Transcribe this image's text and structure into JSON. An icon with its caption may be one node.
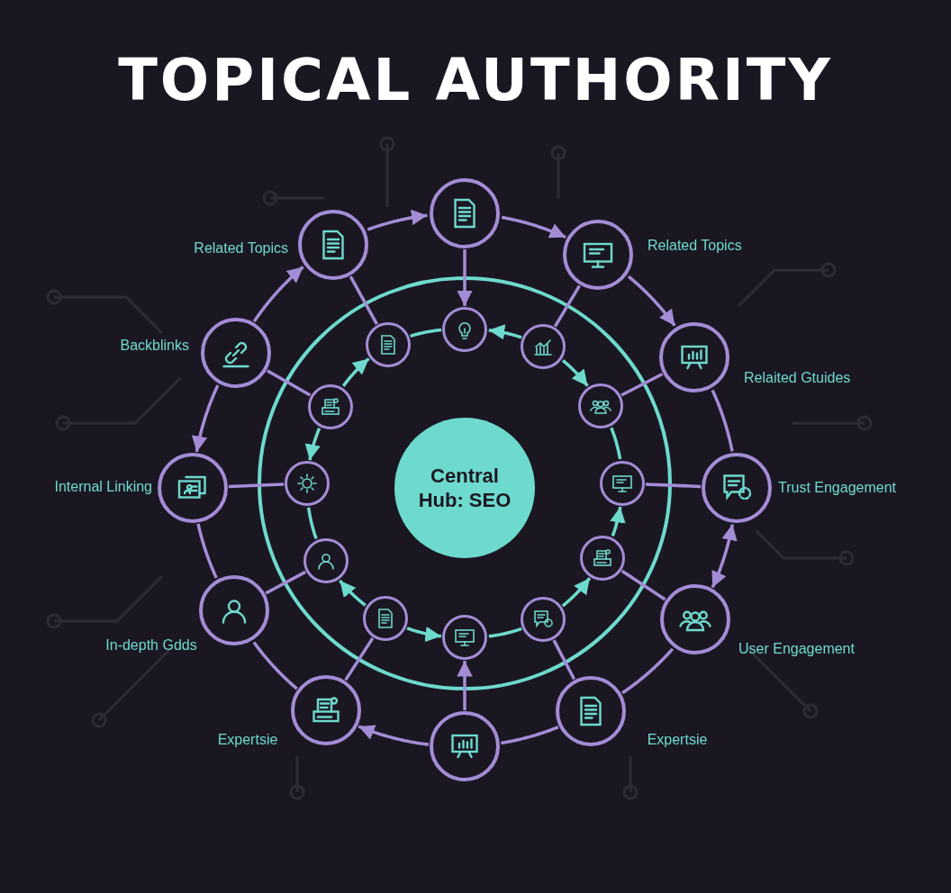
{
  "diagram": {
    "title": "TOPICAL AUTHORITY",
    "nodes": [
      {
        "text": [],
        "shape": "circle"
      },
      {
        "text": [],
        "shape": "circle",
        "beside": [
          "Related Topics"
        ]
      },
      {
        "text": [],
        "shape": "circle",
        "beside": [
          "Related Topics"
        ]
      },
      {
        "text": [],
        "shape": "circle",
        "beside": [
          "Backblinks"
        ]
      },
      {
        "text": [],
        "shape": "circle",
        "beside": [
          "Relaited Gtuides"
        ]
      },
      {
        "text": [],
        "shape": "circle",
        "beside": [
          "Internal Linking"
        ]
      },
      {
        "text": [],
        "shape": "circle",
        "beside": [
          "Trust Engagement"
        ]
      },
      {
        "text": [],
        "shape": "circle",
        "beside": [
          "In-depth Gdds"
        ]
      },
      {
        "text": [],
        "shape": "circle",
        "beside": [
          "User Engagement"
        ]
      },
      {
        "text": [],
        "shape": "circle",
        "beside": [
          "Expertsie"
        ]
      },
      {
        "text": [],
        "shape": "circle"
      },
      {
        "text": [],
        "shape": "circle",
        "beside": [
          "Expertsie"
        ]
      },
      {
        "text": [],
        "shape": "circle"
      },
      {
        "text": [],
        "shape": "circle"
      },
      {
        "text": [],
        "shape": "circle"
      },
      {
        "text": [],
        "shape": "circle"
      },
      {
        "text": [],
        "shape": "circle"
      },
      {
        "text": [],
        "shape": "circle"
      },
      {
        "text": [],
        "shape": "circle"
      },
      {
        "text": [],
        "shape": "circle"
      },
      {
        "text": [],
        "shape": "circle"
      },
      {
        "text": [],
        "shape": "circle"
      },
      {
        "text": [],
        "shape": "circle"
      },
      {
        "text": [],
        "shape": "circle"
      },
      {
        "text": [
          "Central Hub: SEO"
        ]
      }
    ],
    "edges": [
      {
        "from": 1,
        "to": 0,
        "arrow": "to"
      },
      {
        "from": 0,
        "to": 2,
        "arrow": "to"
      },
      {
        "from": 2,
        "to": 4,
        "arrow": "to"
      },
      {
        "from": 4,
        "to": 6,
        "arrow": "none"
      },
      {
        "from": 6,
        "to": 8,
        "arrow": "both"
      },
      {
        "from": 8,
        "to": 11,
        "arrow": "none"
      },
      {
        "from": 11,
        "to": 10,
        "arrow": "none"
      },
      {
        "from": 10,
        "to": 9,
        "arrow": "to"
      },
      {
        "from": 9,
        "to": 7,
        "arrow": "none"
      },
      {
        "from": 7,
        "to": 5,
        "arrow": "none"
      },
      {
        "from": 3,
        "to": 5,
        "arrow": "to"
      },
      {
        "from": 3,
        "to": 1,
        "arrow": "to"
      },
      {
        "from": 0,
        "to": 12,
        "arrow": "to"
      },
      {
        "from": 1,
        "to": 13,
        "arrow": "none"
      },
      {
        "from": 2,
        "to": 14,
        "arrow": "none"
      },
      {
        "from": 3,
        "to": 15,
        "arrow": "none"
      },
      {
        "from": 4,
        "to": 16,
        "arrow": "none"
      },
      {
        "from": 5,
        "to": 17,
        "arrow": "none"
      },
      {
        "from": 6,
        "to": 18,
        "arrow": "none"
      },
      {
        "from": 7,
        "to": 19,
        "arrow": "none"
      },
      {
        "from": 8,
        "to": 20,
        "arrow": "none"
      },
      {
        "from": 9,
        "to": 21,
        "arrow": "none"
      },
      {
        "from": 11,
        "to": 22,
        "arrow": "none"
      },
      {
        "from": 10,
        "to": 23,
        "arrow": "to"
      },
      {
        "from": 13,
        "to": 12,
        "arrow": "none",
        "color": "#6ddacd"
      },
      {
        "from": 14,
        "to": 12,
        "arrow": "to",
        "color": "#6ddacd"
      },
      {
        "from": 14,
        "to": 16,
        "arrow": "to",
        "color": "#6ddacd"
      },
      {
        "from": 16,
        "to": 18,
        "arrow": "none",
        "color": "#6ddacd"
      },
      {
        "from": 20,
        "to": 18,
        "arrow": "to",
        "color": "#6ddacd"
      },
      {
        "from": 22,
        "to": 20,
        "arrow": "to",
        "color": "#6ddacd"
      },
      {
        "from": 23,
        "to": 22,
        "arrow": "none",
        "color": "#6ddacd"
      },
      {
        "from": 21,
        "to": 23,
        "arrow": "to",
        "color": "#6ddacd"
      },
      {
        "from": 21,
        "to": 19,
        "arrow": "to",
        "color": "#6ddacd"
      },
      {
        "from": 19,
        "to": 17,
        "arrow": "none",
        "color": "#6ddacd"
      },
      {
        "from": 15,
        "to": 17,
        "arrow": "to",
        "color": "#6ddacd"
      },
      {
        "from": 15,
        "to": 13,
        "arrow": "to",
        "color": "#6ddacd"
      }
    ]
  }
}
